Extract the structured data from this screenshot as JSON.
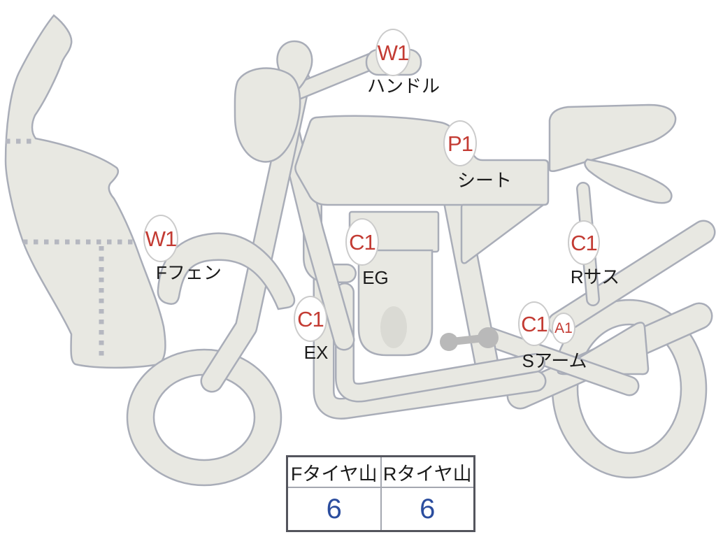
{
  "diagram": {
    "title": "motorcycle-condition-diagram",
    "markers": [
      {
        "code": "W1",
        "label": "ハンドル"
      },
      {
        "code": "P1",
        "label": "シート"
      },
      {
        "code": "C1",
        "label": "EG"
      },
      {
        "code": "W1",
        "label": "Fフェン"
      },
      {
        "code": "C1",
        "label": "EX"
      },
      {
        "code": "C1",
        "label": "Rサス"
      },
      {
        "code": "C1",
        "extra_code": "A1",
        "label": "Sアーム"
      }
    ]
  },
  "tire_table": {
    "headers": [
      "Fタイヤ山",
      "Rタイヤ山"
    ],
    "values": [
      "6",
      "6"
    ]
  },
  "colors": {
    "marker_code_red": "#c33b33",
    "tread_value_blue": "#2b4d9e",
    "body_fill": "#e8e8e2",
    "body_stroke": "#a9adb8",
    "dotted_line": "#b5b7c0",
    "metal_gray": "#b9b9b9"
  }
}
